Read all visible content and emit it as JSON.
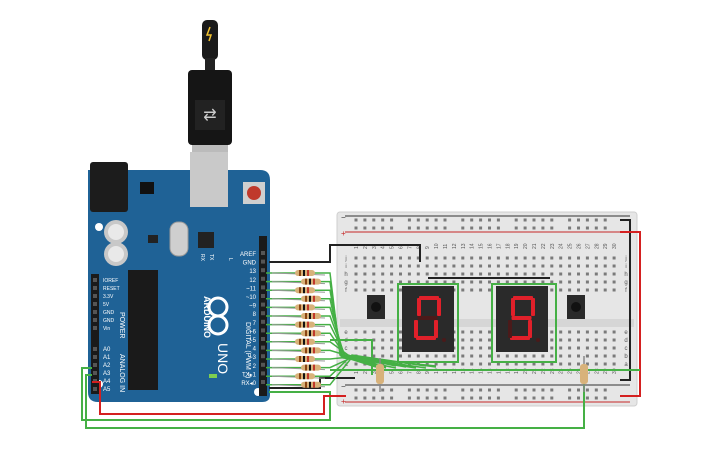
{
  "board": {
    "brand": "ARDUINO",
    "model": "UNO",
    "color": "#1f6296",
    "digital_header_title": "DIGITAL (PWM ~)",
    "power_header_title": "POWER",
    "analog_header_title": "ANALOG IN",
    "top_labels": [
      "AREF",
      "GND",
      "13",
      "12",
      "~11",
      "~10",
      "~9",
      "8",
      "7",
      "~6",
      "~5",
      "4",
      "~3",
      "2",
      "TX▸1",
      "RX◂0"
    ],
    "power_labels": [
      "IOREF",
      "RESET",
      "3.3V",
      "5V",
      "GND",
      "GND",
      "Vin"
    ],
    "analog_labels": [
      "A0",
      "A1",
      "A2",
      "A3",
      "A4",
      "A5"
    ],
    "led_labels": [
      "RX",
      "TX",
      "L"
    ]
  },
  "breadboard": {
    "column_numbers": [
      "1",
      "2",
      "3",
      "4",
      "5",
      "6",
      "7",
      "8",
      "9",
      "10",
      "11",
      "12",
      "13",
      "14",
      "15",
      "16",
      "17",
      "18",
      "19",
      "20",
      "21",
      "22",
      "23",
      "24",
      "25",
      "26",
      "27",
      "28",
      "29",
      "30"
    ],
    "row_letters_top": [
      "j",
      "i",
      "h",
      "g",
      "f"
    ],
    "row_letters_bottom": [
      "e",
      "d",
      "c",
      "b",
      "a"
    ],
    "rail_minus": "−",
    "rail_plus": "+"
  },
  "displays": [
    {
      "digit": "0",
      "segment_color": "#e0202a"
    },
    {
      "digit": "9",
      "segment_color": "#e0202a"
    }
  ],
  "colors": {
    "wire_green": "#45b045",
    "wire_red": "#d42020",
    "wire_black": "#222222",
    "breadboard_body": "#e6e6e6",
    "resistor_body": "#d8b27a"
  },
  "icons": {
    "usb_cable": "usb-cable-icon",
    "power_jack": "power-jack-icon",
    "reset_button": "reset-button-icon",
    "push_button": "push-button-icon",
    "logo": "arduino-logo-icon"
  }
}
